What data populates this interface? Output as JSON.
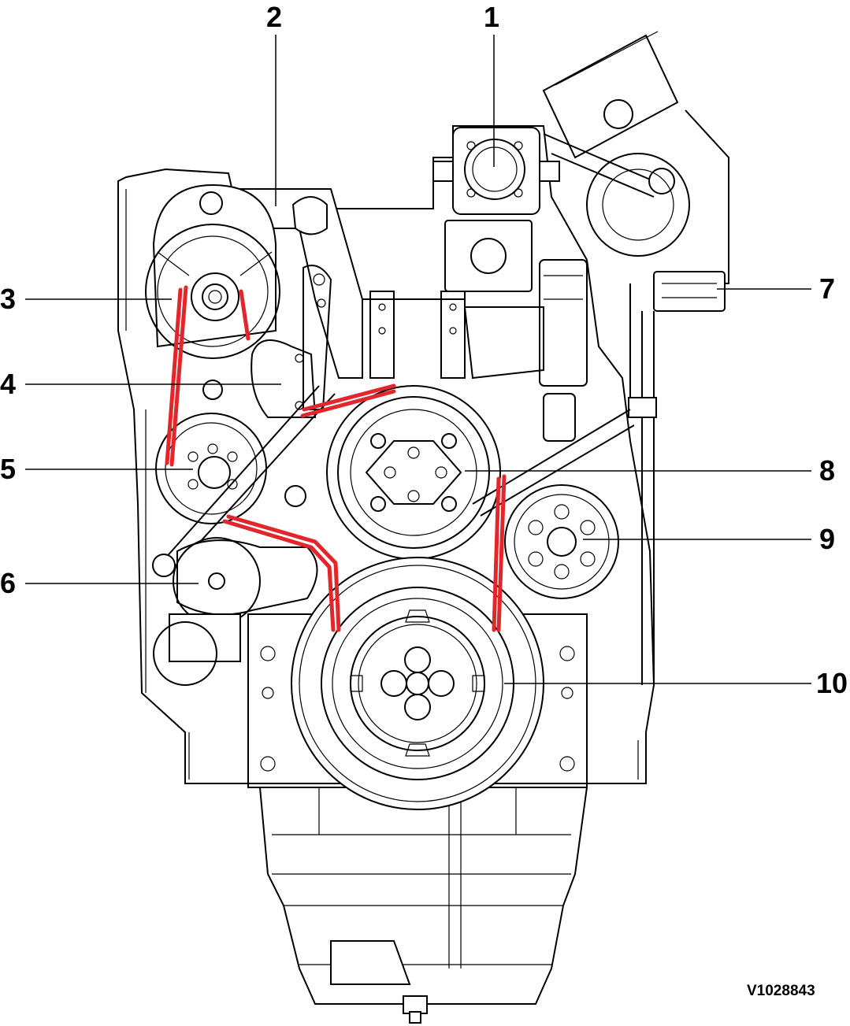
{
  "callouts": [
    {
      "id": "1",
      "text": "1"
    },
    {
      "id": "2",
      "text": "2"
    },
    {
      "id": "3",
      "text": "3"
    },
    {
      "id": "4",
      "text": "4"
    },
    {
      "id": "5",
      "text": "5"
    },
    {
      "id": "6",
      "text": "6"
    },
    {
      "id": "7",
      "text": "7"
    },
    {
      "id": "8",
      "text": "8"
    },
    {
      "id": "9",
      "text": "9"
    },
    {
      "id": "10",
      "text": "10"
    }
  ],
  "figure_id": "V1028843",
  "colors": {
    "belt": "#e3262b",
    "line": "#000000",
    "background": "#ffffff"
  }
}
